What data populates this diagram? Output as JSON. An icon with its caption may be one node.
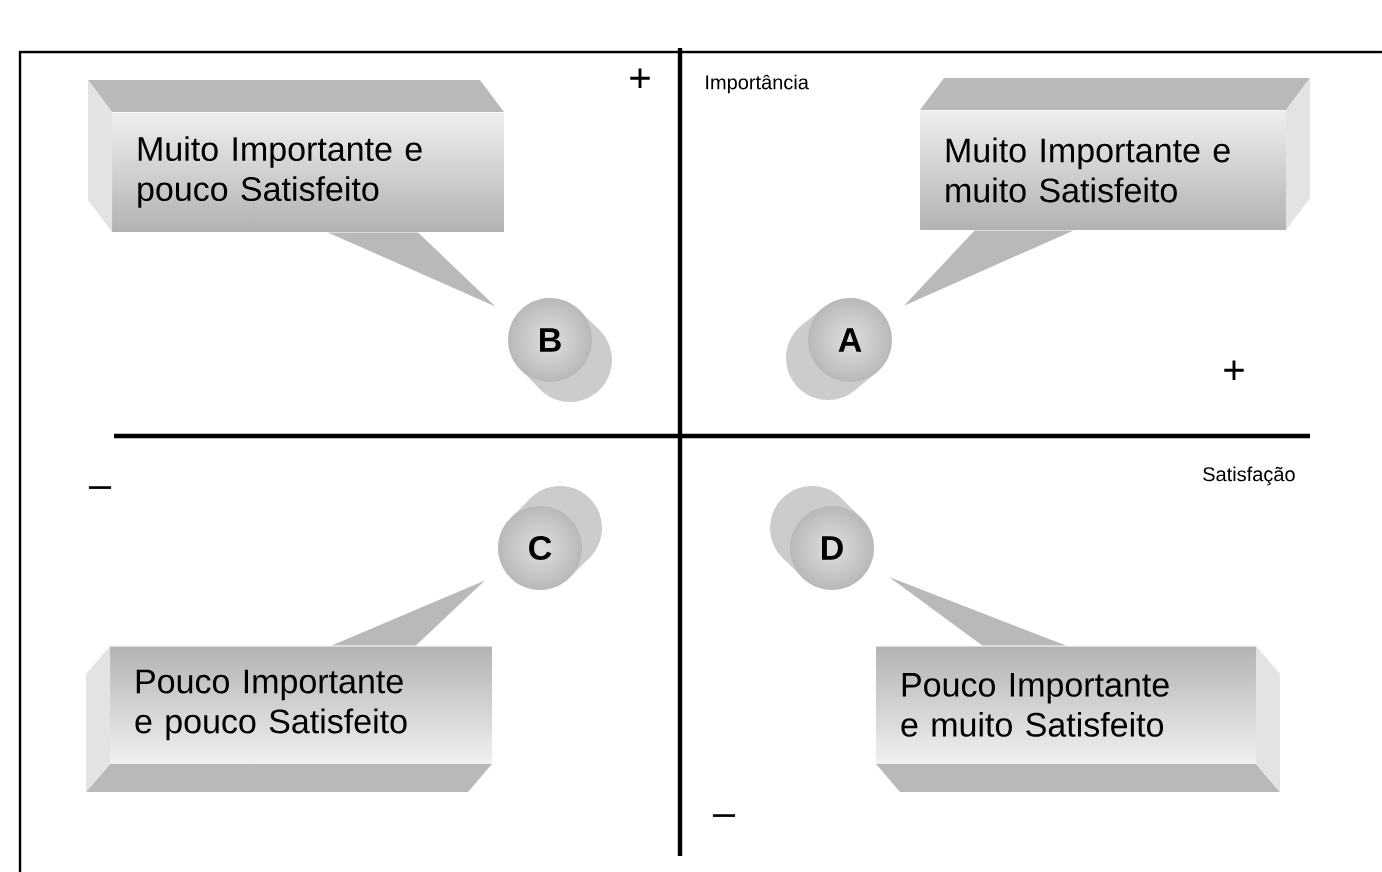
{
  "diagram": {
    "nodes": [
      {
        "text": [
          "Muito Importante e pouco Satisfeito"
        ]
      },
      {
        "text": [
          "Muito Importante e muito Satisfeito"
        ]
      },
      {
        "text": [
          "B"
        ]
      },
      {
        "text": [
          "A"
        ]
      },
      {
        "text": [
          "C"
        ]
      },
      {
        "text": [
          "D"
        ]
      },
      {
        "text": [
          "Pouco Importante e pouco Satisfeito"
        ]
      },
      {
        "text": [
          "Pouco Importante e muito Satisfeito"
        ]
      }
    ],
    "edges": [
      {
        "from": 0,
        "to": 2,
        "arrow": "none"
      },
      {
        "from": 1,
        "to": 3,
        "arrow": "none"
      },
      {
        "from": 6,
        "to": 4,
        "arrow": "none"
      },
      {
        "from": 7,
        "to": 5,
        "arrow": "none"
      }
    ],
    "labels": [
      "+",
      "Importância",
      "+",
      "Satisfação",
      "–",
      "–"
    ]
  }
}
